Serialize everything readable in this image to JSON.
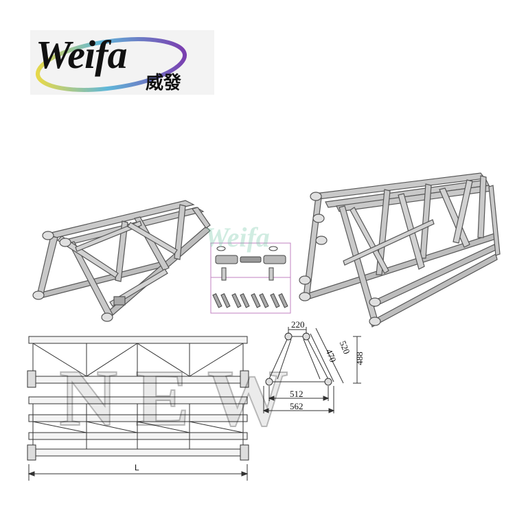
{
  "logo": {
    "word": "Weifa",
    "chinese": "威發"
  },
  "watermark": {
    "text": "NEW",
    "logo_ghost": "Weifa"
  },
  "dimensions": {
    "top_width": "220",
    "inner_slant": "470",
    "outer_slant": "520",
    "height": "488",
    "inner_base": "512",
    "outer_base": "562",
    "length": "L"
  },
  "colors": {
    "metal": "#9a9a9a",
    "metal_dark": "#555555",
    "accent_purple": "#c080c0",
    "logo_ring": "#7a3fb0"
  }
}
